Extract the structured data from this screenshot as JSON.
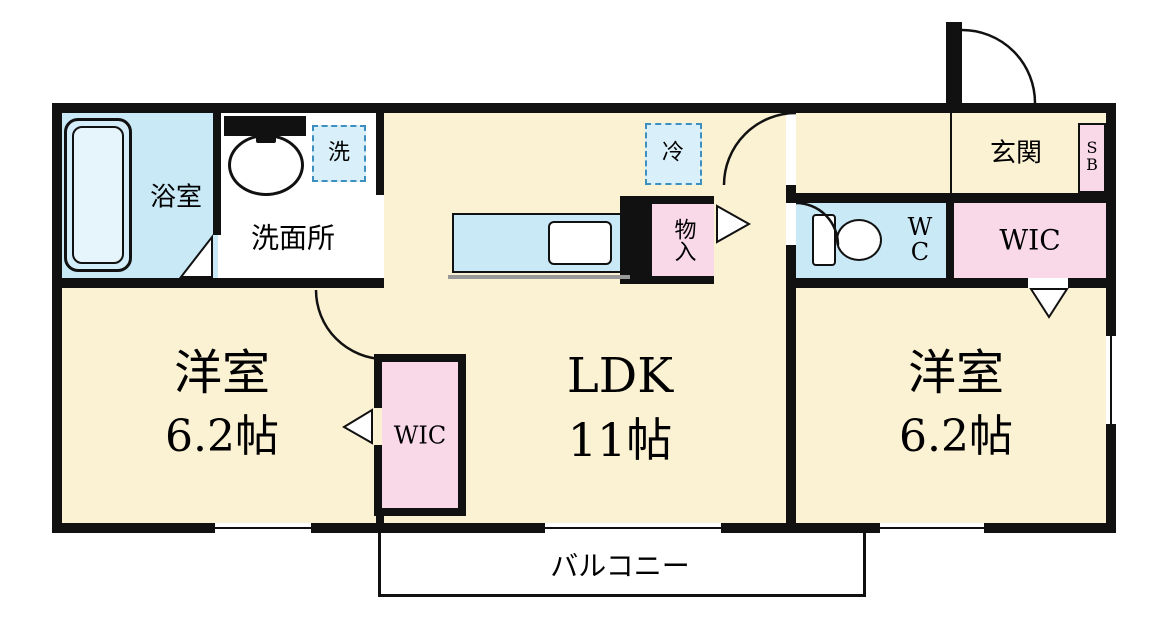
{
  "plan": {
    "title": "apartment-floor-plan-2LDK",
    "rooms": {
      "bathroom": {
        "label": "浴室"
      },
      "washroom": {
        "label": "洗面所"
      },
      "washer": {
        "label": "洗"
      },
      "western_left": {
        "label": "洋室",
        "size": "6.2帖"
      },
      "ldk": {
        "label": "LDK",
        "size": "11帖"
      },
      "fridge": {
        "label": "冷"
      },
      "storage": {
        "label": "物入"
      },
      "wic_left": {
        "label": "WIC"
      },
      "wc": {
        "label": "W\nC"
      },
      "wic_right": {
        "label": "WIC"
      },
      "entrance": {
        "label": "玄関"
      },
      "shoe_box": {
        "label": "S\nB"
      },
      "western_right": {
        "label": "洋室",
        "size": "6.2帖"
      },
      "balcony": {
        "label": "バルコニー"
      }
    },
    "colors": {
      "room_floor": "#FBF1D3",
      "wet_area": "#C9E9F7",
      "closet": "#F9D8E8",
      "wall": "#111111",
      "dashed_fixture_border": "#3D8FBF"
    }
  }
}
